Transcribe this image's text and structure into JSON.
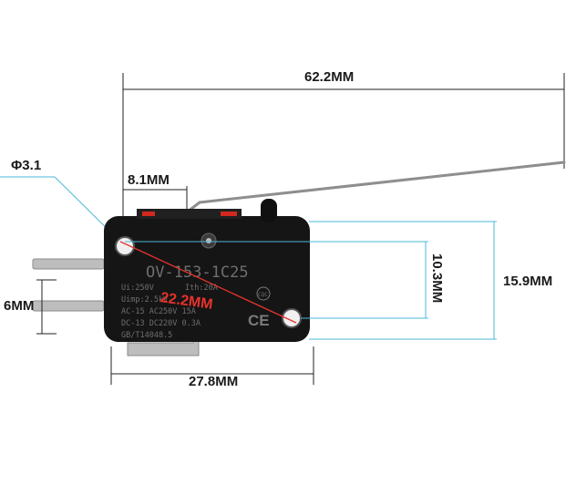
{
  "dimensions": {
    "overall_length": "62.2MM",
    "hole_diameter": "Φ3.1",
    "lever_offset": "8.1MM",
    "terminal_pitch": "6MM",
    "hole_spacing_diagonal": "22.2MM",
    "hole_spacing_vertical": "10.3MM",
    "body_height": "15.9MM",
    "body_length": "27.8MM"
  },
  "body_markings": {
    "model": "OV-153-1C25",
    "line1_a": "Ui:250V",
    "line1_b": "Ith:20A",
    "line2": "Uimp:2.5kV",
    "line3": "AC-15 AC250V 15A",
    "line4": "DC-13 DC220V 0.3A",
    "standard": "GB/T14048.5",
    "cert_mark": "CQC",
    "ce_mark": "CE"
  },
  "colors": {
    "body": "#151515",
    "dimension_line_black": "#222222",
    "dimension_line_cyan": "#4db8d8",
    "diagonal_red": "#e8322c",
    "accent_red": "#d2281e",
    "terminal": "#b8b8b8",
    "lever": "#8e8e8e"
  }
}
